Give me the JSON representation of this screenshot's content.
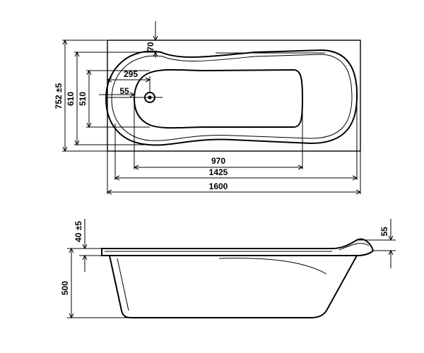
{
  "dimensions": {
    "width_total": "1600",
    "width_inner": "1425",
    "width_bottom": "970",
    "height_total": "752 ±5",
    "height_inner": "610",
    "height_bottom": "510",
    "drain_offset": "295",
    "drain_center": "55",
    "rim_offset": "70",
    "depth": "500",
    "rim_height": "40 ±5",
    "back_height": "55"
  }
}
